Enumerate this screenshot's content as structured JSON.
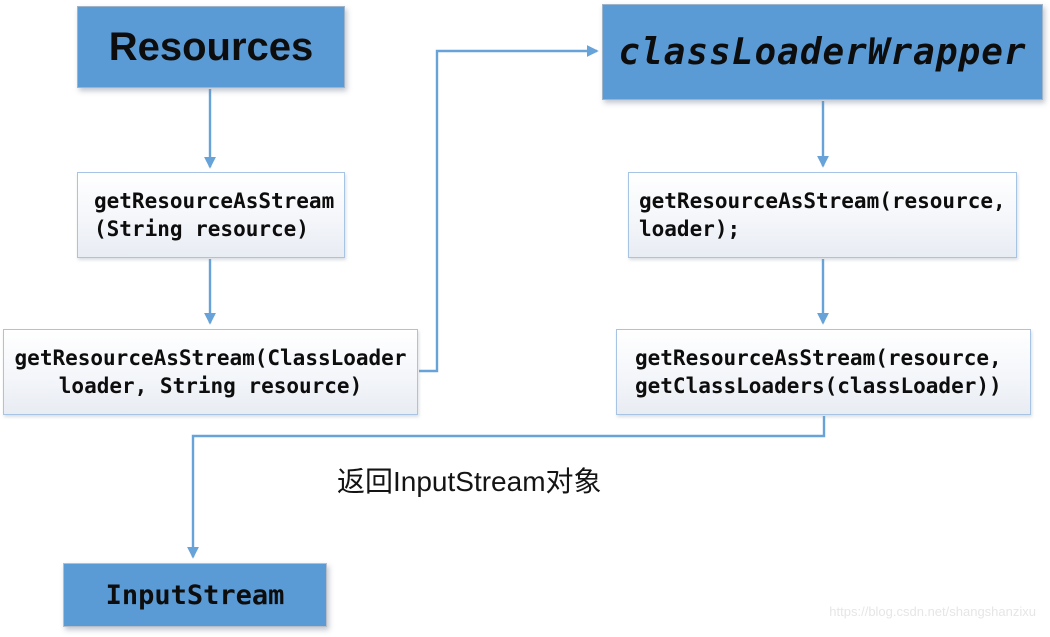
{
  "diagram": {
    "nodes": {
      "resources": {
        "label": "Resources"
      },
      "class_loader_wrapper": {
        "label": "classLoaderWrapper"
      },
      "get_resource_as_stream_string": {
        "line1": "getResourceAsStream",
        "line2": "(String resource)"
      },
      "get_resource_as_stream_resource_loader": {
        "line1": "getResourceAsStream(resource,",
        "line2": "loader);"
      },
      "get_resource_as_stream_classloader": {
        "line1": "getResourceAsStream(ClassLoader",
        "line2": "loader, String resource)"
      },
      "get_resource_as_stream_getclassloaders": {
        "line1": "getResourceAsStream(resource,",
        "line2": "getClassLoaders(classLoader))"
      },
      "input_stream": {
        "label": "InputStream"
      }
    },
    "annotation": "返回InputStream对象",
    "watermark": "https://blog.csdn.net/shangshanzixu",
    "colors": {
      "node_fill": "#5b9bd5",
      "line_color": "#5b9bd5",
      "code_border": "#a7c4e4",
      "text_color": "#0d0d0d",
      "watermark_color": "#e6e6e6"
    }
  }
}
